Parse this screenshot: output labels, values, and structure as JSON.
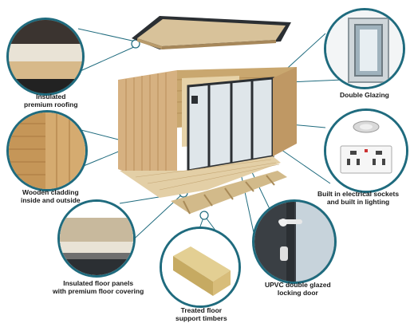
{
  "colors": {
    "ring": "#1f6b7e",
    "wood_light": "#d9b98a",
    "wood_mid": "#c9a06a",
    "wood_dark": "#a87a45",
    "frame": "#2b2f33",
    "osb": "#cdb48a"
  },
  "labels": {
    "roofing": [
      "Insulated",
      "premium roofing"
    ],
    "glazing": [
      "Double Glazing"
    ],
    "cladding": [
      "Wooden cladding",
      "inside and outside"
    ],
    "electrics": [
      "Built in electrical sockets",
      "and built in lighting"
    ],
    "floor_panels": [
      "Insulated floor panels",
      "with premium floor covering"
    ],
    "door": [
      "UPVC double glazed",
      "locking door"
    ],
    "timbers": [
      "Treated floor",
      "support timbers"
    ]
  },
  "icons": {
    "roofing": "roof-layers-icon",
    "glazing": "window-frame-icon",
    "cladding": "wood-cladding-icon",
    "electrics": "socket-light-icon",
    "floor_panels": "floor-panel-icon",
    "door": "door-handle-icon",
    "timbers": "timber-beam-icon"
  }
}
